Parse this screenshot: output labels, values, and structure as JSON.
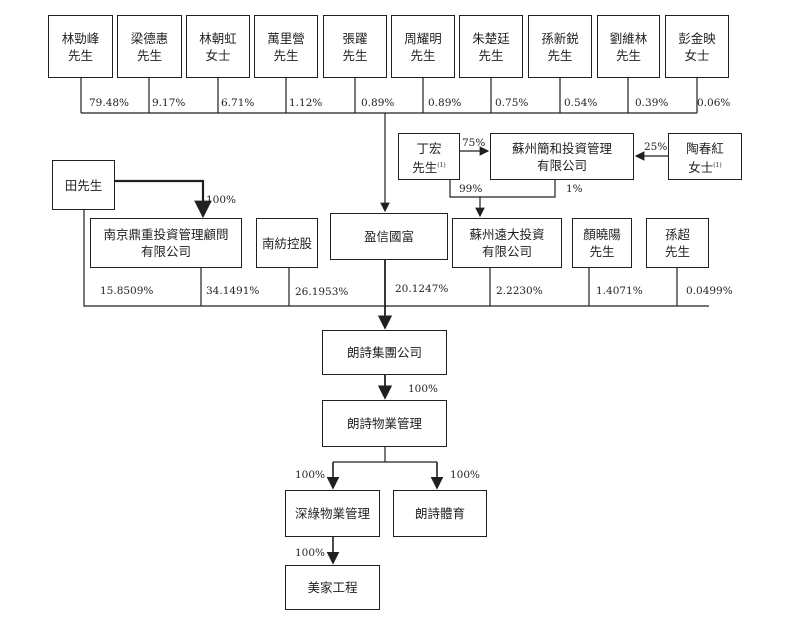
{
  "shareholders_top": [
    {
      "name": "林勁峰\n先生",
      "pct": "79.48%"
    },
    {
      "name": "梁德惠\n先生",
      "pct": "9.17%"
    },
    {
      "name": "林朝虹\n女士",
      "pct": "6.71%"
    },
    {
      "name": "萬里營\n先生",
      "pct": "1.12%"
    },
    {
      "name": "張躍\n先生",
      "pct": "0.89%"
    },
    {
      "name": "周耀明\n先生",
      "pct": "0.89%"
    },
    {
      "name": "朱楚廷\n先生",
      "pct": "0.75%"
    },
    {
      "name": "孫新鋭\n先生",
      "pct": "0.54%"
    },
    {
      "name": "劉維林\n先生",
      "pct": "0.39%"
    },
    {
      "name": "彭金映\n女士",
      "pct": "0.06%"
    }
  ],
  "ding": {
    "name": "丁宏\n先生",
    "note": "(1)",
    "pct": "75%",
    "pct2": "99%"
  },
  "tao": {
    "name": "陶春紅\n女士",
    "note": "(1)",
    "pct": "25%"
  },
  "jianhe": {
    "name": "蘇州簡和投資管理\n有限公司",
    "pct": "1%"
  },
  "tian": {
    "name": "田先生",
    "pct": "100%"
  },
  "row2": [
    {
      "name": "南京鼎重投資管理顧問\n有限公司",
      "pct": "34.1491%"
    },
    {
      "name": "南紡控股",
      "pct": "26.1953%"
    },
    {
      "name": "盈信國富",
      "pct": "20.1247%"
    },
    {
      "name": "蘇州遠大投資\n有限公司",
      "pct": "2.2230%"
    },
    {
      "name": "顏曉陽\n先生",
      "pct": "1.4071%"
    },
    {
      "name": "孫超\n先生",
      "pct": "0.0499%"
    }
  ],
  "tian_direct_pct": "15.8509%",
  "group": {
    "name": "朗詩集團公司",
    "pct": "100%"
  },
  "property": {
    "name": "朗詩物業管理"
  },
  "shenlv": {
    "name": "深綠物業管理",
    "pct": "100%"
  },
  "sports": {
    "name": "朗詩體育",
    "pct": "100%"
  },
  "meijia": {
    "name": "美家工程",
    "pct": "100%"
  }
}
